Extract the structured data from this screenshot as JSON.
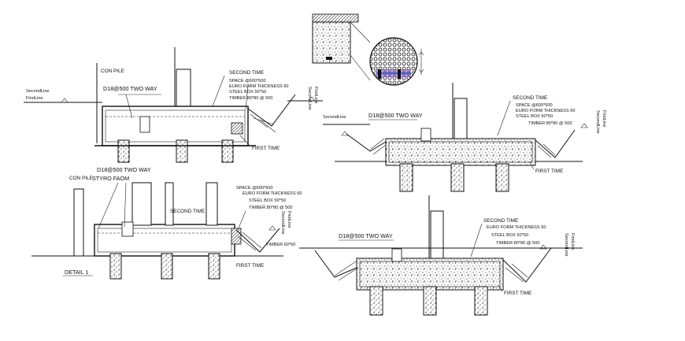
{
  "labels": {
    "con_pile_a": "CON PILE",
    "con_pile_b": "CON PILE",
    "second_line_a": "SecondLine",
    "first_line_a": "FirstLine",
    "second_line_b": "SecondLine",
    "second_line_rot_a": "SecondLine",
    "first_line_rot_a": "FirstLine",
    "second_line_rot_b": "SecondLine",
    "first_line_rot_b": "FirstLine",
    "second_line_rot_c": "SecondLine",
    "first_line_rot_c": "FirstLine",
    "rebar_a": "D18@500 TWO WAY",
    "rebar_b": "D18@500 TWO WAY",
    "rebar_c": "D18@500 TWO WAY",
    "rebar_d": "D18@500 TWO WAY",
    "styro_foam": "STYRO FAOM",
    "second_time_a": "SECOND TIME",
    "second_time_b": "SECOND TIME",
    "second_time_c": "SECOND TIME",
    "second_time_d": "SECOND TIME",
    "first_time_a": "FIRST TIME",
    "first_time_b": "FIRST TIME",
    "first_time_c": "FIRST TIME",
    "first_time_d": "FIRST TIME",
    "space_a": "SPACE @600*600",
    "space_b": "SPACE @600*600",
    "space_c": "SPACE @600*600",
    "euro_form_a": "EURO FORM THICKNESS 60",
    "euro_form_b": "EURO FORM THICKNESS 60",
    "euro_form_c": "EURO FORM THICKNESS 60",
    "steel_box_a": "STEEL BOX 50*50",
    "steel_box_b": "STEEL BOX 50*50",
    "steel_box_c": "STEEL BOX 50*50",
    "steel_box_d": "STEEL BOX 50*50",
    "timber_a": "TIMBER 80*80 @ 500",
    "timber_b": "TIMBER 80*80 @ 500",
    "timber_c": "TIMBER 80*80 @ 500",
    "timber_d": "TIMBER 80*80 @ 500",
    "timber_e": "TIMBER 60*60",
    "detail": "DETAIL 1"
  },
  "colors": {
    "line": "#111111",
    "background": "#ffffff",
    "accent_purple": "#7a3fb8",
    "accent_blue": "#3a6fd8"
  }
}
